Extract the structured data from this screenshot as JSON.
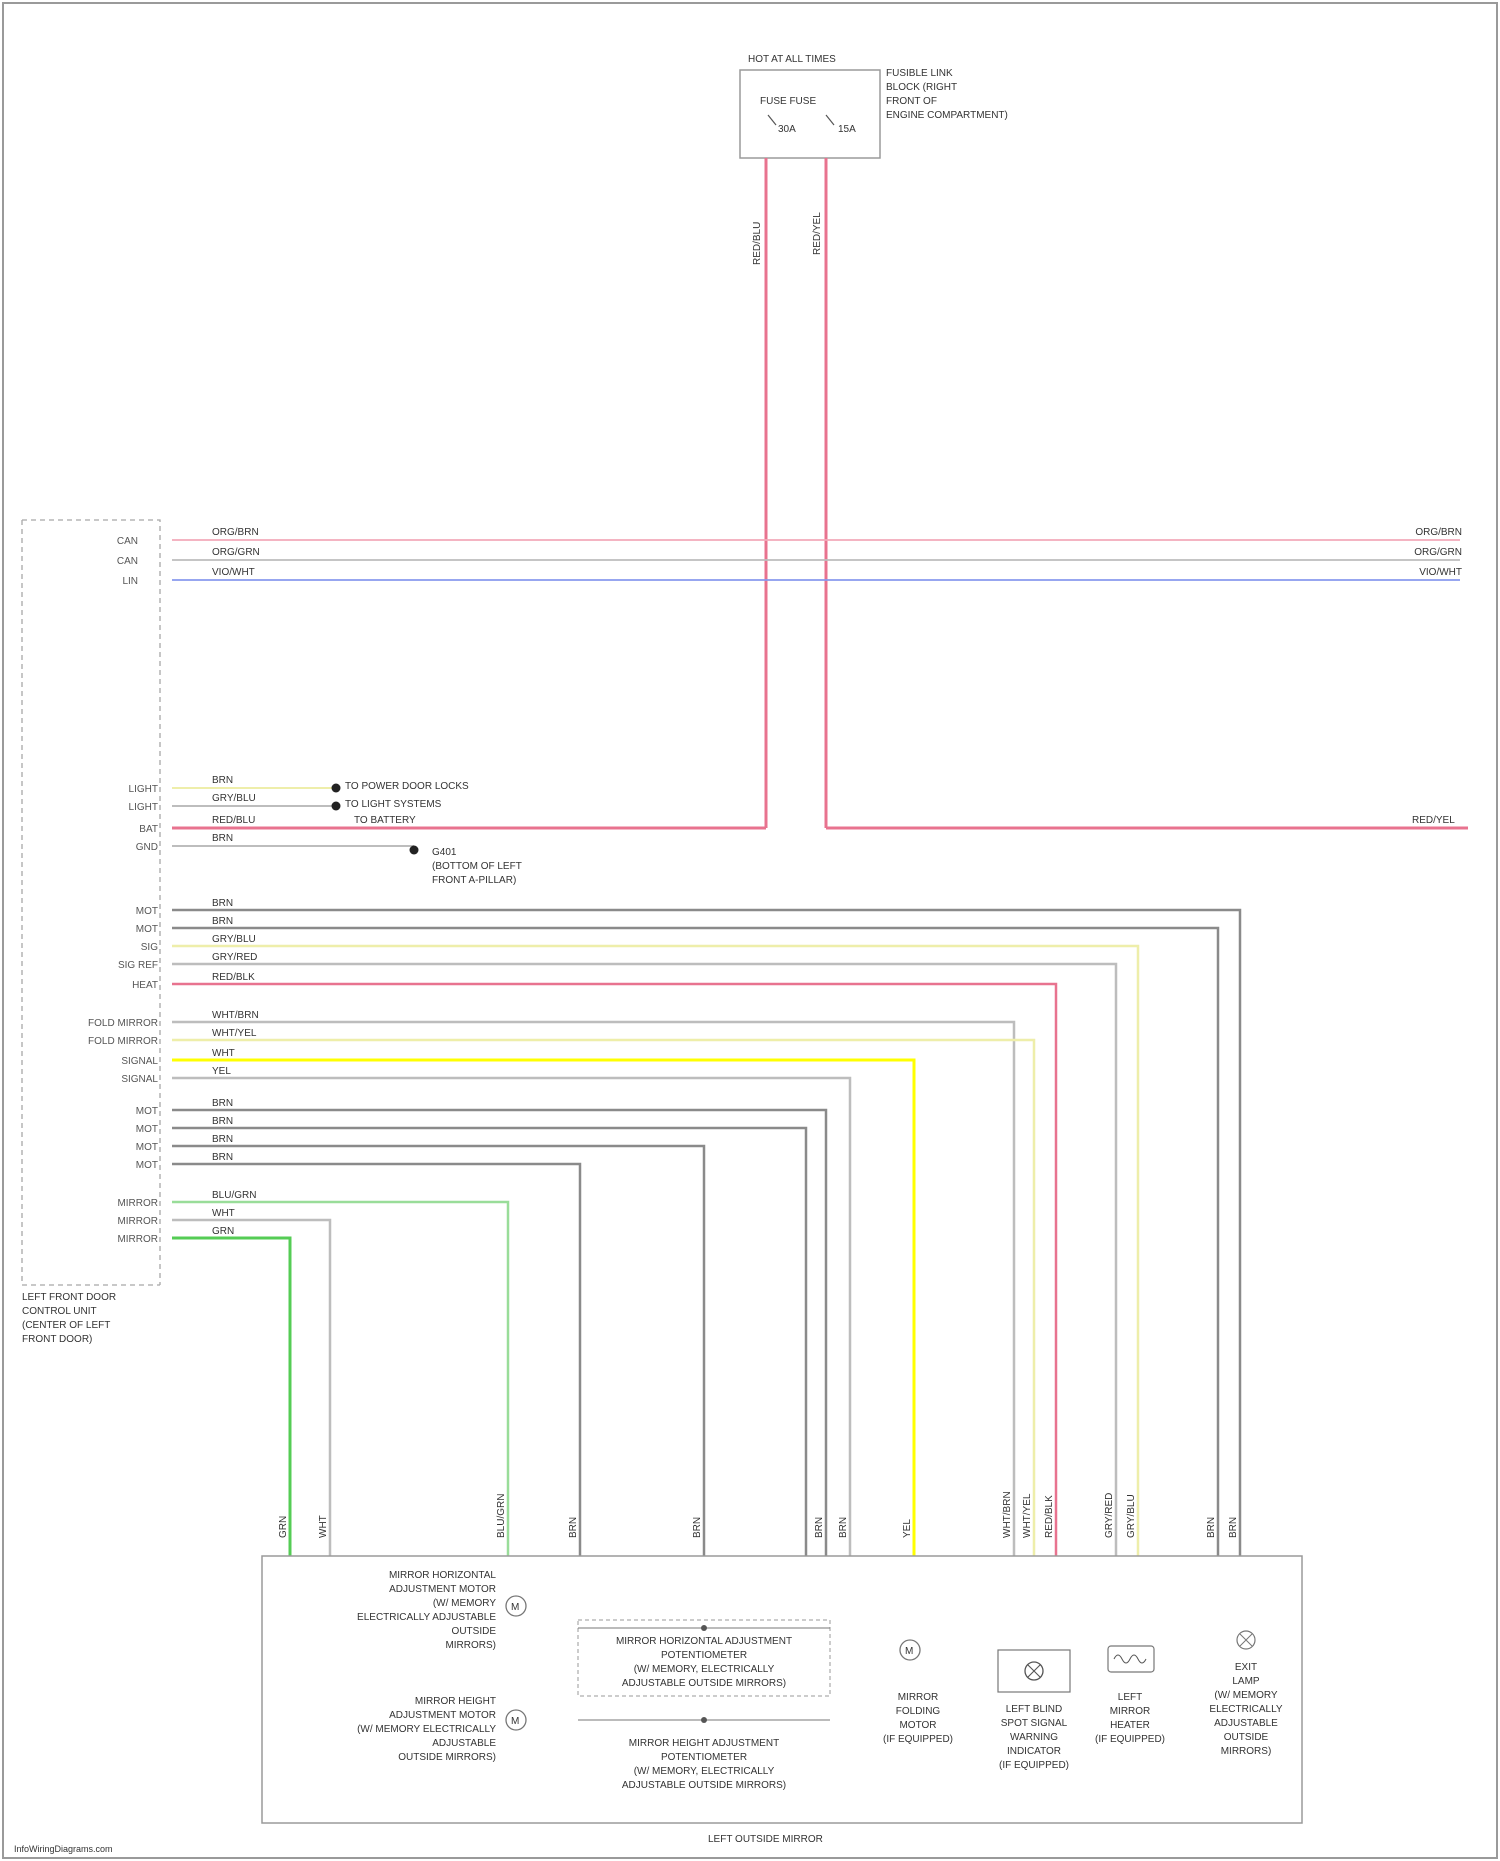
{
  "fuse_block": {
    "title": "HOT AT ALL TIMES",
    "description": [
      "FUSIBLE LINK",
      "BLOCK (RIGHT",
      "FRONT OF",
      "ENGINE COMPARTMENT)"
    ],
    "fuse_a": "30A",
    "fuse_b": "15A",
    "fuse_header": "FUSE  FUSE"
  },
  "wire_colors": {
    "red": "#e8738f",
    "light_red": "#f3aab9",
    "gray": "#bdbdbd",
    "dark_gray": "#8a8a8a",
    "yellow": "#ffff00",
    "pale_yellow": "#eeeeaa",
    "green": "#55cc55",
    "light_green": "#99dd99",
    "blue": "#8899ee",
    "frame": "#9a9a9a"
  },
  "control_unit_label": [
    "LEFT FRONT DOOR",
    "CONTROL UNIT",
    "(CENTER OF LEFT",
    "FRONT DOOR)"
  ],
  "bus_pins": [
    "CAN",
    "CAN",
    "LIN"
  ],
  "bus_wires": [
    "ORG/BRN",
    "ORG/GRN",
    "VIO/WHT"
  ],
  "bus_wires_right": [
    "ORG/BRN",
    "ORG/GRN",
    "VIO/WHT"
  ],
  "power_pins": [
    "LIGHT",
    "LIGHT",
    "BAT",
    "GND"
  ],
  "power_wires": [
    "BRN",
    "GRY/BLU",
    "RED/BLU",
    "BRN"
  ],
  "splice_labels": [
    "TO POWER DOOR LOCKS",
    "TO LIGHT SYSTEMS",
    "TO BATTERY"
  ],
  "ground_label": [
    "G401",
    "(BOTTOM OF LEFT",
    "FRONT A-PILLAR)"
  ],
  "signal_pins": [
    "MOT",
    "MOT",
    "SIG",
    "SIG REF",
    "HEAT",
    "FOLD MIRROR",
    "FOLD MIRROR",
    "SIGNAL",
    "SIGNAL",
    "MOT",
    "MOT",
    "MOT",
    "MOT",
    "MIRROR",
    "MIRROR",
    "MIRROR"
  ],
  "signal_wires": [
    "BRN",
    "BRN",
    "GRY/BLU",
    "GRY/RED",
    "RED/BLK",
    "WHT/BRN",
    "WHT/YEL",
    "WHT",
    "YEL",
    "BRN",
    "BRN",
    "BRN",
    "BRN",
    "BLU/GRN",
    "WHT",
    "GRN"
  ],
  "vertical_wire_labels": [
    "RED/BLU",
    "RED/YEL"
  ],
  "bottom_wire_labels": [
    "GRN",
    "WHT",
    "BLU/GRN",
    "BRN",
    "BRN",
    "BRN",
    "BRN",
    "YEL",
    "WHT/BRN",
    "WHT/YEL",
    "RED/BLK",
    "GRY/RED",
    "GRY/BLU",
    "BRN",
    "BRN"
  ],
  "assembly_label": "LEFT OUTSIDE MIRROR",
  "components": {
    "motor1": [
      "MIRROR HORIZONTAL",
      "ADJUSTMENT MOTOR",
      "(W/ MEMORY",
      "ELECTRICALLY ADJUSTABLE",
      "OUTSIDE",
      "MIRRORS)"
    ],
    "motor2": [
      "MIRROR HEIGHT",
      "ADJUSTMENT MOTOR",
      "(W/ MEMORY ELECTRICALLY",
      "ADJUSTABLE",
      "OUTSIDE MIRRORS)"
    ],
    "pot1": [
      "MIRROR HORIZONTAL ADJUSTMENT",
      "POTENTIOMETER",
      "(W/ MEMORY, ELECTRICALLY",
      "ADJUSTABLE OUTSIDE MIRRORS)"
    ],
    "pot2": [
      "MIRROR HEIGHT ADJUSTMENT",
      "POTENTIOMETER",
      "(W/ MEMORY, ELECTRICALLY",
      "ADJUSTABLE OUTSIDE MIRRORS)"
    ],
    "fold_motor": [
      "MIRROR",
      "FOLDING",
      "MOTOR",
      "(IF EQUIPPED)"
    ],
    "blind_spot": [
      "LEFT BLIND",
      "SPOT SIGNAL",
      "WARNING",
      "INDICATOR",
      "(IF EQUIPPED)"
    ],
    "heater": [
      "LEFT",
      "MIRROR",
      "HEATER",
      "(IF EQUIPPED)"
    ],
    "lamp": [
      "EXIT",
      "LAMP",
      "(W/ MEMORY",
      "ELECTRICALLY",
      "ADJUSTABLE",
      "OUTSIDE",
      "MIRRORS)"
    ]
  },
  "watermark": "InfoWiringDiagrams.com"
}
